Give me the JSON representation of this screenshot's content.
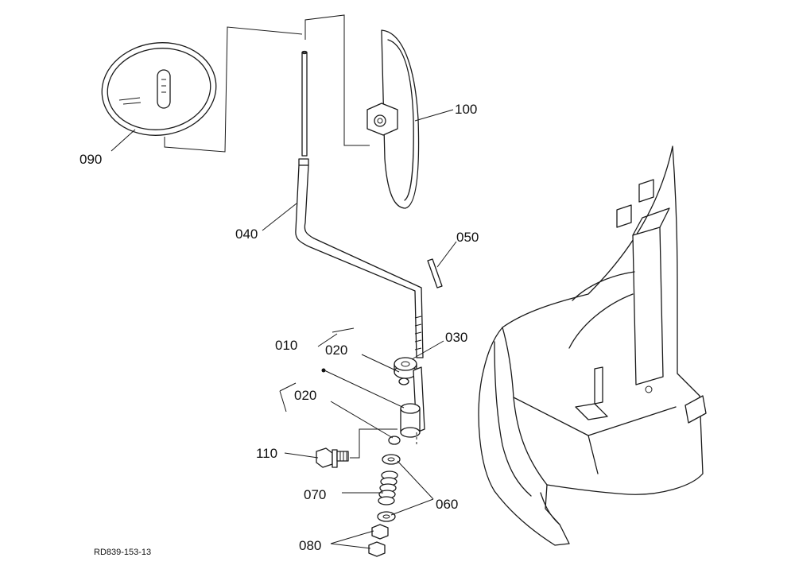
{
  "diagram": {
    "drawing_code": "RD839-153-13",
    "callouts": [
      "090",
      "100",
      "040",
      "050",
      "010",
      "020",
      "030",
      "020",
      "110",
      "070",
      "060",
      "080"
    ]
  }
}
